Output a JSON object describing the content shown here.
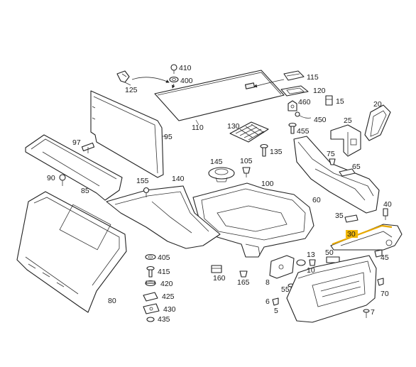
{
  "diagram": {
    "highlight_color": "#f2b705",
    "labels": {
      "l410": "410",
      "l400": "400",
      "l115": "115",
      "l125": "125",
      "l120": "120",
      "l15": "15",
      "l460": "460",
      "l20": "20",
      "l450": "450",
      "l455": "455",
      "l25": "25",
      "l110": "110",
      "l130": "130",
      "l95": "95",
      "l97": "97",
      "l135": "135",
      "l145": "145",
      "l105": "105",
      "l75": "75",
      "l65": "65",
      "l90": "90",
      "l85": "85",
      "l155": "155",
      "l140": "140",
      "l100": "100",
      "l60": "60",
      "l40": "40",
      "l35": "35",
      "l30": "30",
      "l405": "405",
      "l415": "415",
      "l420": "420",
      "l425": "425",
      "l430": "430",
      "l435": "435",
      "l160": "160",
      "l165": "165",
      "l13": "13",
      "l50": "50",
      "l10": "10",
      "l45": "45",
      "l8": "8",
      "l55": "55",
      "l6": "6",
      "l5": "5",
      "l70": "70",
      "l7": "7",
      "l80": "80"
    }
  }
}
